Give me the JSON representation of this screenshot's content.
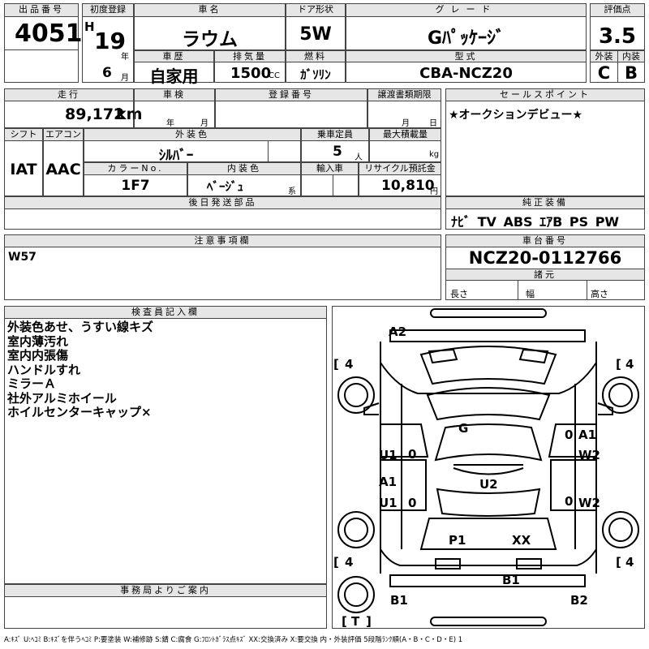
{
  "listing": {
    "lot_label": "出品番号",
    "lot_no": "4051",
    "first_reg_label": "初度登録",
    "era_mark": "H",
    "first_reg_year": "19",
    "year_unit": "年",
    "first_reg_month": "6",
    "month_unit": "月",
    "car_name_label": "車名",
    "car_name": "ラウム",
    "door_label": "ドア形状",
    "door": "5W",
    "grade_label": "グレード",
    "grade": "Gﾊﾟｯｹｰｼﾞ",
    "score_label": "評価点",
    "score": "3.5",
    "history_label": "車歴",
    "history": "自家用",
    "displacement_label": "排気量",
    "displacement": "1500",
    "cc_unit": "CC",
    "fuel_label": "燃料",
    "fuel": "ｶﾞｿﾘﾝ",
    "model_label": "型式",
    "model": "CBA-NCZ20",
    "exterior_label": "外装",
    "exterior_grade": "C",
    "interior_label": "内装",
    "interior_grade": "B"
  },
  "details": {
    "mileage_label": "走行",
    "mileage": "89,172",
    "km_unit": "km",
    "inspection_label": "車検",
    "year_unit": "年",
    "month_unit": "月",
    "registration_label": "登録番号",
    "transfer_label": "譲渡書類期限",
    "day_unit": "日",
    "shift_label": "シフト",
    "shift": "IAT",
    "aircon_label": "エアコン",
    "aircon": "AAC",
    "color_label": "外装色",
    "color": "ｼﾙﾊﾞｰ",
    "capacity_label": "乗車定員",
    "capacity": "5",
    "person_unit": "人",
    "max_load_label": "最大積載量",
    "kg_unit": "kg",
    "color_no_label": "カラーNo.",
    "color_no": "1F7",
    "interior_color_label": "内装色",
    "interior_color": "ﾍﾞｰｼﾞｭ",
    "series_unit": "系",
    "import_label": "輸入車",
    "recycle_label": "リサイクル預託金",
    "recycle_fee": "10,810",
    "yen_unit": "円",
    "later_parts_label": "後日発送部品",
    "notes_label": "注意事項欄",
    "notes": "W57"
  },
  "sales_point": {
    "label": "セールスポイント",
    "text": "★オークションデビュー★"
  },
  "equipment": {
    "label": "純正装備",
    "items": "ﾅﾋﾞ TV ABS ｴｱB PS PW"
  },
  "chassis": {
    "label": "車台番号",
    "number": "NCZ20-0112766",
    "spec_label": "諸元",
    "length_label": "長さ",
    "width_label": "幅",
    "height_label": "高さ"
  },
  "inspector": {
    "label": "検査員記入欄",
    "lines": [
      "外装色あせ、うすい線キズ",
      "室内薄汚れ",
      "室内内張傷",
      "ハンドルすれ",
      "ミラーＡ",
      "社外アルミホイール",
      "ホイルセンターキャップ×"
    ]
  },
  "office": {
    "label": "事務局よりご案内"
  },
  "diagram": {
    "marks": {
      "a2": "A2",
      "g": "G",
      "u1_left": "U1",
      "a1_right": "A1",
      "w2_right_top": "W2",
      "a1_left": "A1",
      "u1_left2": "U1",
      "u2": "U2",
      "w2_right_bottom": "W2",
      "p1": "P1",
      "xx": "XX",
      "b1_center": "B1",
      "b1_left": "B1",
      "b2": "B2"
    },
    "tires": {
      "front_left": "4",
      "front_right": "4",
      "rear_left": "4",
      "rear_right": "4",
      "spare": "T"
    },
    "zeros": {
      "z1": "0",
      "z2": "0",
      "z3": "0",
      "z4": "0"
    }
  },
  "legend": {
    "text": "A:ｷｽﾞ U:ﾍｺﾐ B:ｷｽﾞを伴うﾍｺﾐ P:要塗装 W:補修跡 S:錆 C:腐食 G:ﾌﾛﾝﾄｶﾞﾗｽ点ｷｽﾞ XX:交換済み X:要交換 内・外装評価 5段階ﾗﾝｸ順(A・B・C・D・E) 1"
  }
}
